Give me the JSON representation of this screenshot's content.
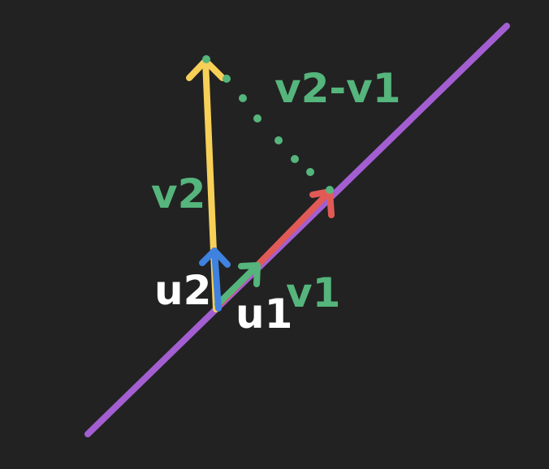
{
  "colors": {
    "background": "#222222",
    "line": "#a35fd1",
    "v1": "#e15a56",
    "v2": "#f7d058",
    "u1": "#55b57c",
    "u2": "#3f82e0",
    "projection": "#55b57c",
    "label_green": "#55b57c",
    "label_white": "#ffffff"
  },
  "labels": {
    "v2_minus_v1": "v2-v1",
    "v2": "v2",
    "v1": "v1",
    "u1": "u1",
    "u2": "u2"
  }
}
